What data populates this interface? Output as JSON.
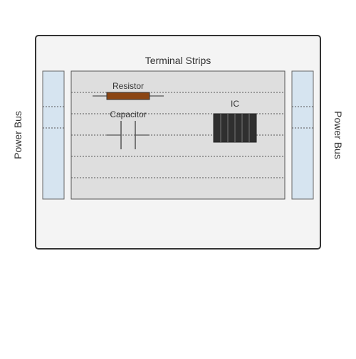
{
  "diagram": {
    "title": "Terminal Strips",
    "left_bus_label": "Power Bus",
    "right_bus_label": "Power Bus",
    "components": {
      "resistor": {
        "label": "Resistor",
        "icon": "resistor-icon"
      },
      "capacitor": {
        "label": "Capacitor",
        "icon": "capacitor-icon"
      },
      "ic": {
        "label": "IC",
        "icon": "ic-chip-icon"
      }
    }
  },
  "colors": {
    "board_fill": "#f4f4f4",
    "board_stroke": "#333333",
    "bus_fill": "#d6e4f0",
    "bus_stroke": "#666666",
    "strip_fill": "#dedede",
    "strip_stroke": "#555555",
    "resistor_fill": "#8b4513",
    "ic_fill": "#2f2f2f",
    "lead_color": "#555555",
    "label_color": "#333333"
  }
}
